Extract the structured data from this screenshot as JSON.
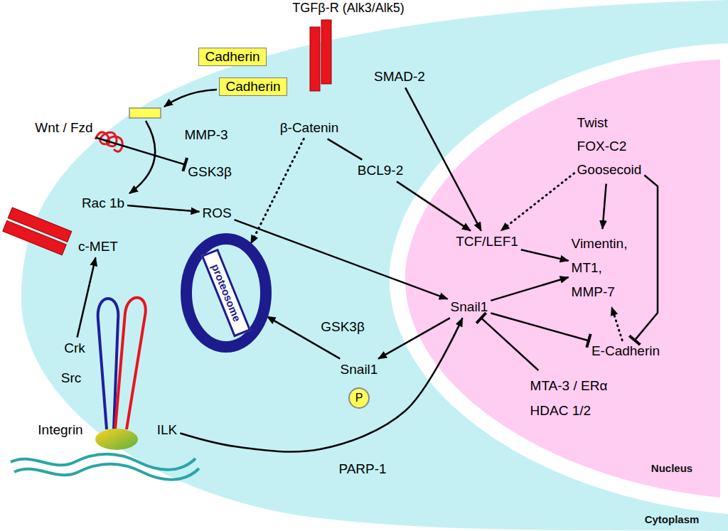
{
  "diagram": {
    "nodes": [
      {
        "text": [
          "Cytoplasm"
        ]
      },
      {
        "text": [
          "TGFβ-R (Alk3/Alk5)"
        ]
      },
      {
        "text": [
          "Cadherin"
        ]
      },
      {
        "text": [
          "Cadherin"
        ]
      },
      {
        "text": [
          "SMAD-2"
        ],
        "in": 0
      },
      {
        "text": [
          "Wnt / Fzd"
        ]
      },
      {
        "text": [
          "MMP-3"
        ],
        "in": 0
      },
      {
        "text": [
          "β-Catenin"
        ],
        "in": 0
      },
      {
        "text": [
          "GSK3β"
        ],
        "in": 0
      },
      {
        "text": [
          "BCL9-2"
        ],
        "in": 0
      },
      {
        "text": [
          "Rac 1b"
        ],
        "in": 0
      },
      {
        "text": [
          "ROS"
        ],
        "in": 0
      },
      {
        "text": [
          "c-MET"
        ],
        "in": 0
      },
      {
        "text": [
          "proteosome"
        ],
        "in": 0
      },
      {
        "text": [
          "Crk"
        ],
        "in": 0
      },
      {
        "text": [
          "Src"
        ],
        "in": 0
      },
      {
        "text": [
          "Snail1"
        ],
        "in": 0
      },
      {
        "text": [
          "P"
        ],
        "in": 0
      },
      {
        "text": [
          "Integrin"
        ],
        "in": 0
      },
      {
        "text": [
          "ILK"
        ],
        "in": 0
      },
      {
        "text": [
          "PARP-1"
        ],
        "in": 0
      },
      {
        "text": [
          "Nucleus"
        ],
        "in": 0
      },
      {
        "text": [
          "Twist",
          "FOX-C2",
          "Goosecoid"
        ],
        "in": 21
      },
      {
        "text": [
          "TCF/LEF1"
        ],
        "in": 21
      },
      {
        "text": [
          "Vimentin, MT1, MMP-7"
        ],
        "in": 21
      },
      {
        "text": [
          "Snail1"
        ],
        "in": 21
      },
      {
        "text": [
          "E-Cadherin"
        ],
        "in": 21
      },
      {
        "text": [
          "MTA-3 / ERα",
          "HDAC 1/2"
        ],
        "in": 21
      }
    ],
    "edges": [
      {
        "from": 5,
        "to": 8,
        "arrow": "to"
      },
      {
        "from": 10,
        "to": 11,
        "arrow": "to"
      },
      {
        "from": 11,
        "to": 25,
        "arrow": "to"
      },
      {
        "from": 7,
        "to": 13,
        "arrow": "to"
      },
      {
        "from": 7,
        "to": 9,
        "arrow": "none"
      },
      {
        "from": 9,
        "to": 23,
        "arrow": "to"
      },
      {
        "from": 4,
        "to": 23,
        "arrow": "to"
      },
      {
        "from": 22,
        "to": 23,
        "arrow": "to"
      },
      {
        "from": 22,
        "to": 24,
        "arrow": "to"
      },
      {
        "from": 22,
        "to": 26,
        "arrow": "to"
      },
      {
        "from": 23,
        "to": 24,
        "arrow": "to"
      },
      {
        "from": 25,
        "to": 24,
        "arrow": "to"
      },
      {
        "from": 25,
        "to": 26,
        "arrow": "to"
      },
      {
        "from": 26,
        "to": 24,
        "arrow": "to"
      },
      {
        "from": 27,
        "to": 25,
        "arrow": "to"
      },
      {
        "from": 25,
        "to": 16,
        "arrow": "to"
      },
      {
        "from": 16,
        "to": 13,
        "label": "GSK3β",
        "arrow": "to"
      },
      {
        "from": 19,
        "to": 25,
        "arrow": "to"
      },
      {
        "from": 14,
        "to": 12,
        "arrow": "to"
      }
    ]
  }
}
